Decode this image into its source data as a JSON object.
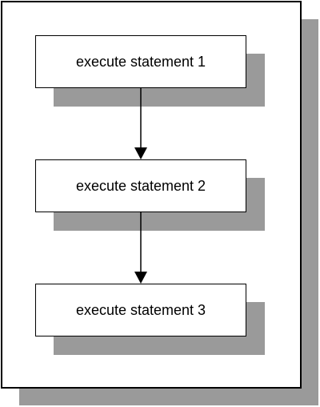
{
  "steps": [
    {
      "label": "execute statement 1"
    },
    {
      "label": "execute statement 2"
    },
    {
      "label": "execute statement 3"
    }
  ],
  "colors": {
    "shadow": "#9a9a9a",
    "border": "#000000",
    "background": "#ffffff"
  }
}
